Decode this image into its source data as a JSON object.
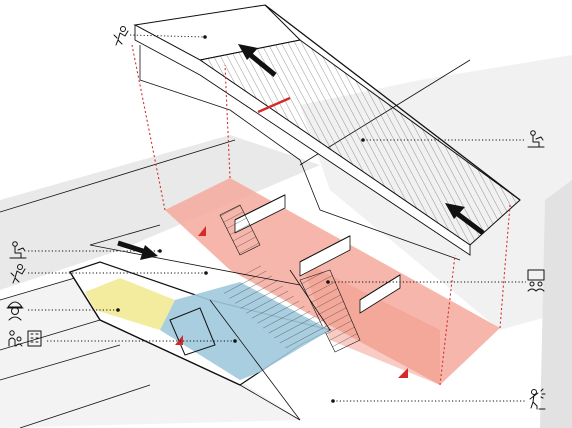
{
  "diagram": {
    "colors": {
      "background": "#ffffff",
      "ground": "#e6e6e6",
      "line": "#111111",
      "pink_zone": "#f4a99c",
      "blue_zone": "#9fc9dd",
      "yellow_zone": "#f3ec9e",
      "red_accent": "#d42a2a"
    },
    "icons": [
      "person-waving-icon",
      "person-sitting-reading-icon",
      "person-sitting-reading-icon",
      "person-waving-icon",
      "worker-helmet-icon",
      "people-and-building-icon",
      "screen-with-people-icon",
      "person-waving-icon"
    ],
    "arrows": [
      "up-left-arrow-top-stair",
      "up-left-arrow-right-stair",
      "right-arrow-left-level"
    ]
  }
}
